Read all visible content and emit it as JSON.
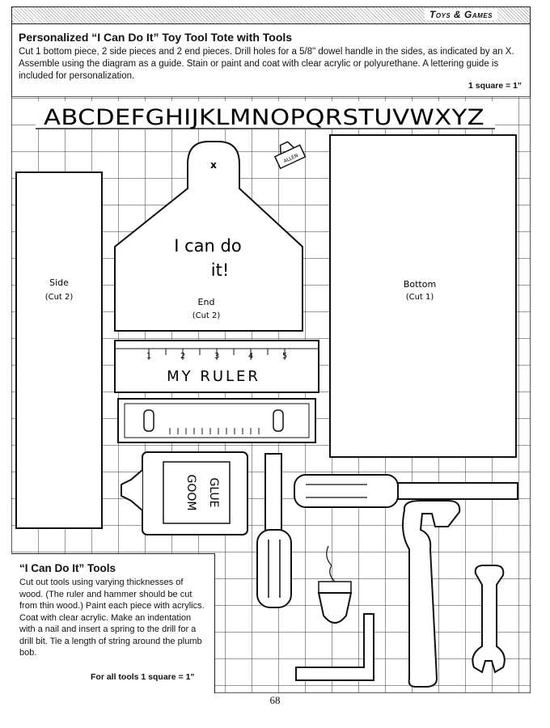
{
  "header": {
    "section_title": "Toys & Games"
  },
  "intro": {
    "title": "Personalized “I Can Do It” Toy Tool Tote with Tools",
    "text": "Cut 1 bottom piece, 2 side pieces and 2 end pieces. Drill holes for a 5/8\" dowel handle in the sides, as indicated by an X. Assemble using the diagram as a guide. Stain or paint and coat with clear acrylic or polyurethane. A lettering guide is included for personalization.",
    "scale": "1 square = 1\""
  },
  "pattern": {
    "alphabet": "ABCDEFGHIJKLMNOPQRSTUVWXYZ",
    "side": {
      "label": "Side",
      "count": "(Cut 2)"
    },
    "end": {
      "label": "End",
      "count": "(Cut 2)",
      "hole_mark": "x",
      "lettering_line1": "I can do",
      "lettering_line2": "it!"
    },
    "bottom": {
      "label": "Bottom",
      "count": "(Cut 1)"
    },
    "ruler": {
      "text": "MY RULER",
      "numbers": [
        "1",
        "2",
        "3",
        "4",
        "5"
      ]
    },
    "glue": {
      "line1": "GLUE",
      "line2": "GOOM"
    },
    "toolbox_icon_text": "ALLEN"
  },
  "tools": {
    "title": "“I Can Do It” Tools",
    "text": "Cut out tools using varying thicknesses of wood. (The ruler and hammer should be cut from thin wood.) Paint each piece with acrylics. Coat with clear acrylic. Make an indentation with a nail and insert a spring to the drill for a drill bit. Tie a length of string around the plumb bob.",
    "scale": "For all tools 1 square = 1\""
  },
  "page_number": "68"
}
